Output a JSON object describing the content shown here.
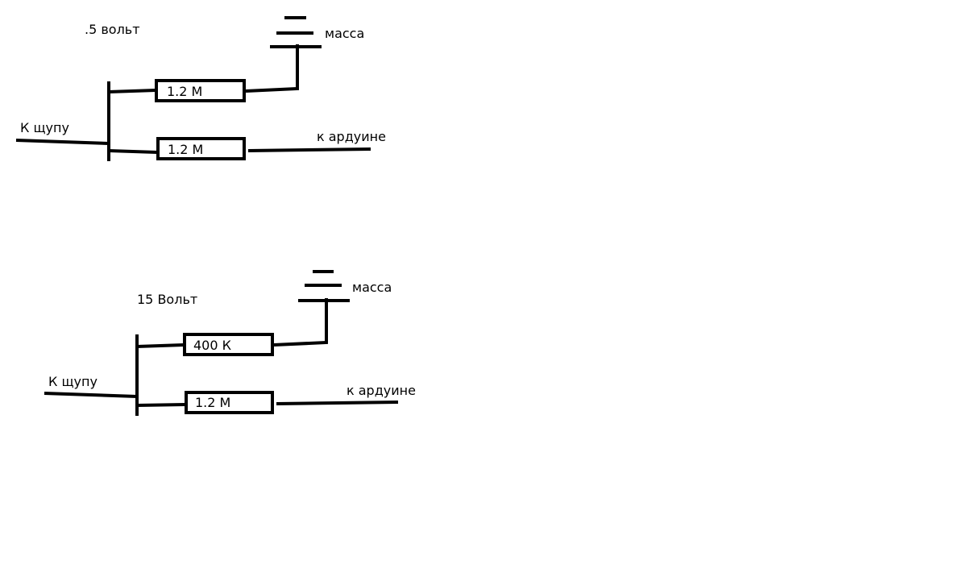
{
  "circuits": [
    {
      "voltage_label": ".5 вольт",
      "probe_label": "К щупу",
      "ground_label": "масса",
      "output_label": "к ардуине",
      "resistor_top": "1.2 М",
      "resistor_bottom": "1.2 М"
    },
    {
      "voltage_label": "15 Вольт",
      "probe_label": "К щупу",
      "ground_label": "масса",
      "output_label": "к ардуине",
      "resistor_top": "400 К",
      "resistor_bottom": "1.2 М"
    }
  ]
}
